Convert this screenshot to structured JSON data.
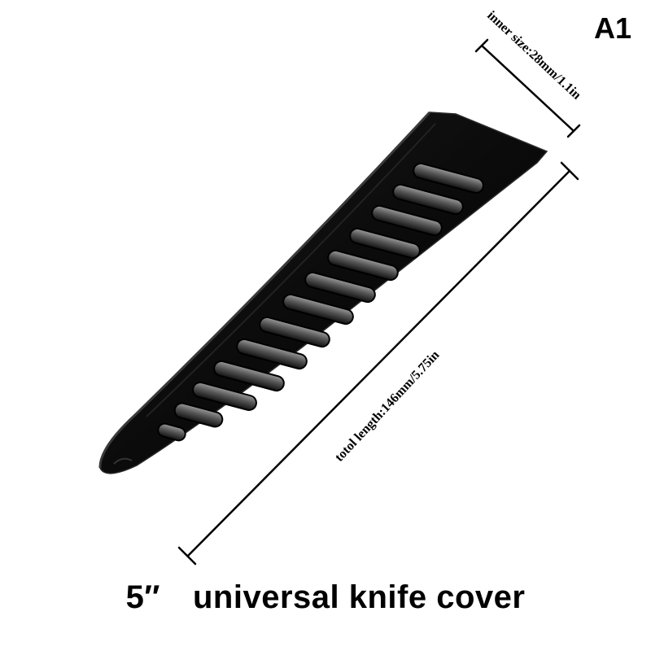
{
  "badge": "A1",
  "dimensions": {
    "inner_size": "inner size:28mm/1.1in",
    "total_length": "totol length:146mm/5.75in"
  },
  "caption": {
    "size": "5″",
    "product": "universal knife cover"
  },
  "colors": {
    "sheath": "#0a0a0a",
    "sheath_edge": "#2a2a2a",
    "vent_highlight": "#8a8a8a",
    "vent_shadow": "#000000",
    "background": "#ffffff"
  }
}
